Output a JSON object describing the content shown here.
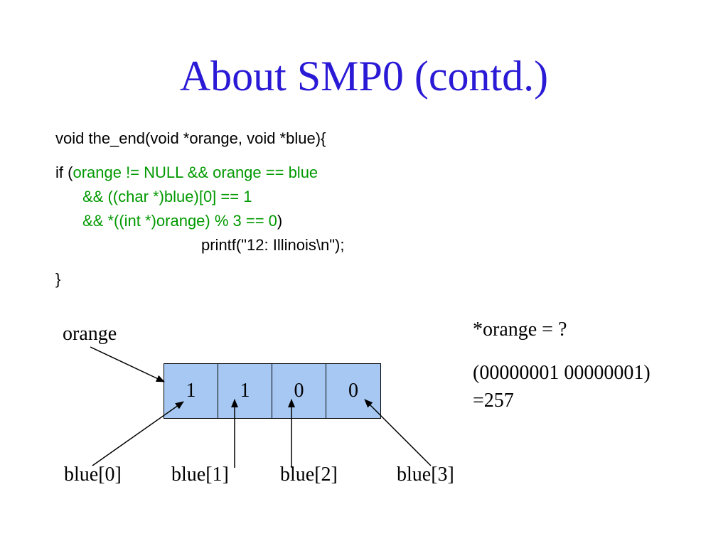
{
  "title": "About SMP0 (contd.)",
  "colors": {
    "title": "#2a1ad6",
    "code_green": "#009900",
    "cell_fill": "#a6c8f2",
    "text": "#000000"
  },
  "code": {
    "signature": "void the_end(void *orange, void *blue){",
    "if_prefix": "if (",
    "cond1": "orange != NULL && orange == blue",
    "cond2": "&& ((char *)blue)[0] == 1",
    "cond3": "&& *((int *)orange) % 3 == 0",
    "cond3_close": ")",
    "body": "printf(\"12: Illinois\\n\");",
    "close_brace": "}"
  },
  "diagram": {
    "orange_label": "orange",
    "cells": [
      "1",
      "1",
      "0",
      "0"
    ],
    "blue_labels": [
      "blue[0]",
      "blue[1]",
      "blue[2]",
      "blue[3]"
    ]
  },
  "answer": {
    "question": "*orange = ?",
    "bits": "(00000001 00000001)",
    "result": "=257"
  }
}
